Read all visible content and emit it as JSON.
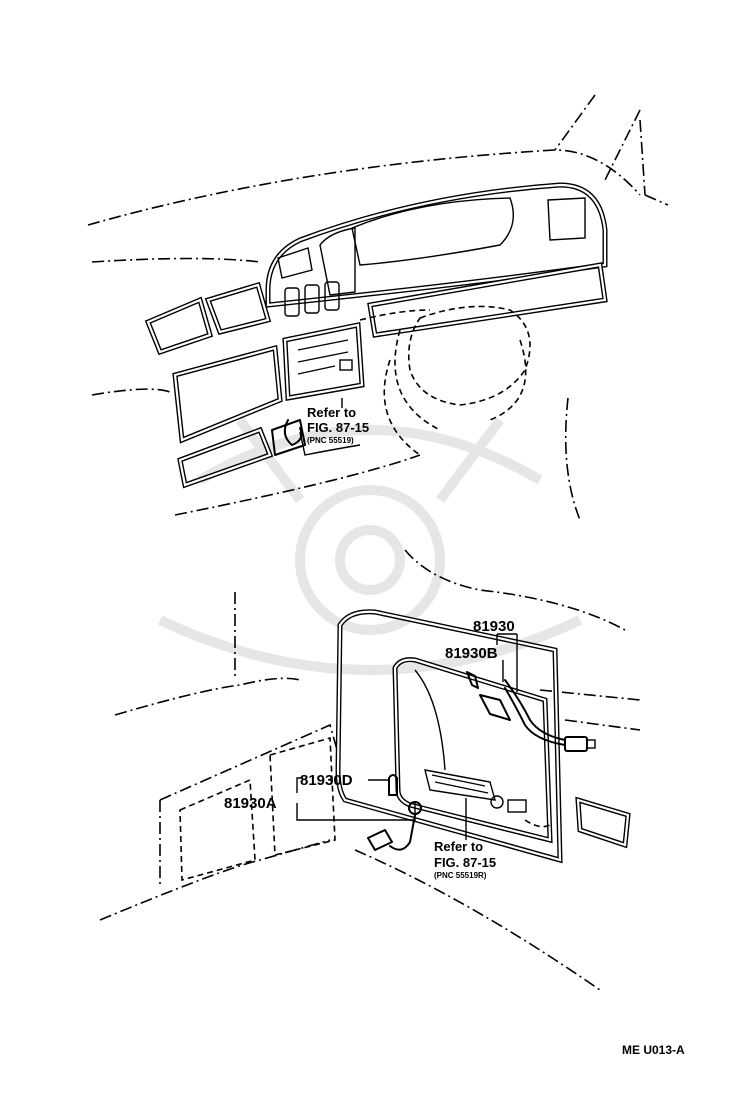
{
  "labels": {
    "part_81930": "81930",
    "part_81930b": "81930B",
    "part_81930d": "81930D",
    "part_81930a": "81930A",
    "ref_upper_line1": "Refer to",
    "ref_upper_line2": "FIG. 87-15",
    "ref_upper_pnc": "(PNC 55519)",
    "ref_lower_line1": "Refer to",
    "ref_lower_line2": "FIG. 87-15",
    "ref_lower_pnc": "(PNC 55519R)",
    "diagram_code": "ME U013-A"
  }
}
